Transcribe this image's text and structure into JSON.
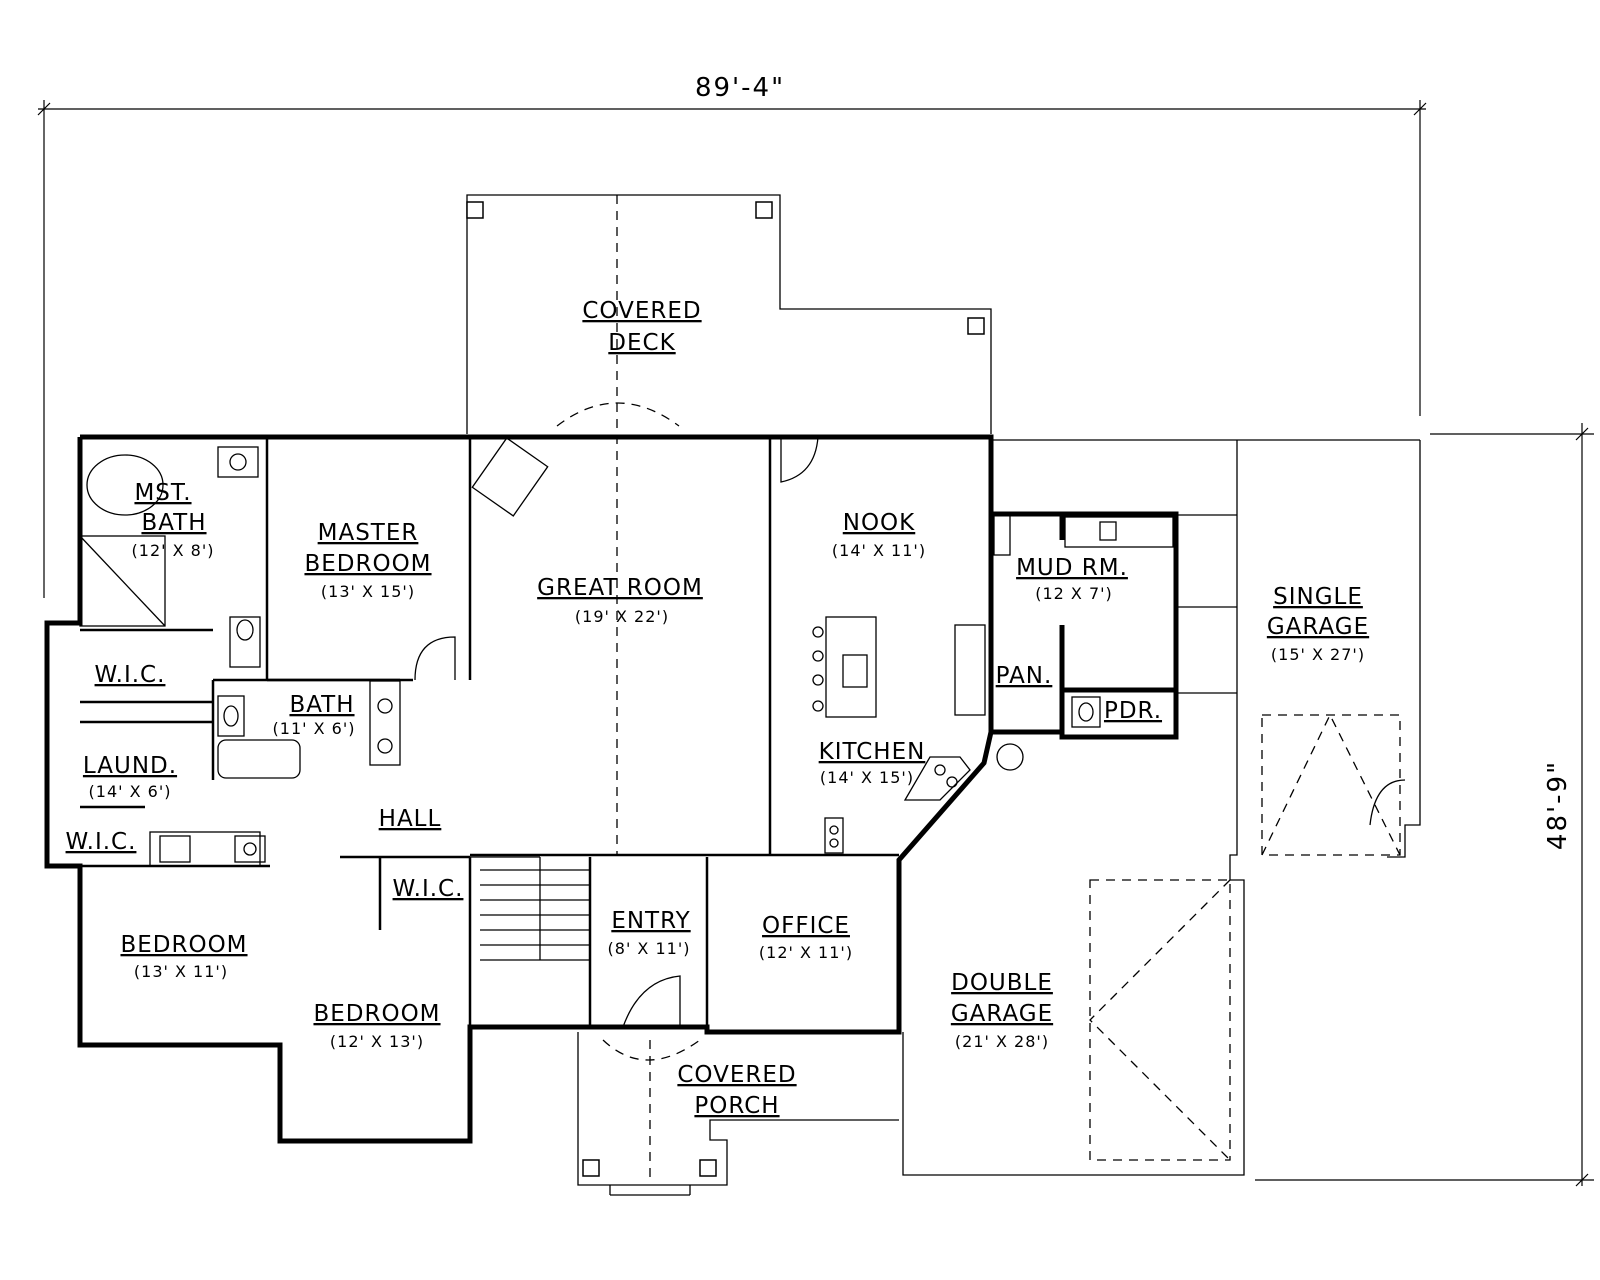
{
  "dimensions": {
    "width": "89'-4\"",
    "depth": "48'-9\""
  },
  "rooms": {
    "covered_deck": {
      "line1": "COVERED",
      "line2": "DECK"
    },
    "mst_bath": {
      "line1": "MST.",
      "line2": "BATH",
      "size": "(12' X 8')"
    },
    "master_bedroom": {
      "line1": "MASTER",
      "line2": "BEDROOM",
      "size": "(13' X 15')"
    },
    "great_room": {
      "name": "GREAT ROOM",
      "size": "(19' X 22')"
    },
    "nook": {
      "name": "NOOK",
      "size": "(14' X 11')"
    },
    "mud_rm": {
      "name": "MUD RM.",
      "size": "(12 X 7')"
    },
    "single_garage": {
      "line1": "SINGLE",
      "line2": "GARAGE",
      "size": "(15' X 27')"
    },
    "wic_1": {
      "name": "W.I.C."
    },
    "bath": {
      "name": "BATH",
      "size": "(11' X 6')"
    },
    "pan": {
      "name": "PAN."
    },
    "pdr": {
      "name": "PDR."
    },
    "laund": {
      "name": "LAUND.",
      "size": "(14' X 6')"
    },
    "kitchen": {
      "name": "KITCHEN",
      "size": "(14' X 15')"
    },
    "hall": {
      "name": "HALL"
    },
    "wic_2": {
      "name": "W.I.C."
    },
    "wic_3": {
      "name": "W.I.C."
    },
    "entry": {
      "name": "ENTRY",
      "size": "(8' X 11')"
    },
    "office": {
      "name": "OFFICE",
      "size": "(12' X 11')"
    },
    "bedroom_1": {
      "name": "BEDROOM",
      "size": "(13' X 11')"
    },
    "bedroom_2": {
      "name": "BEDROOM",
      "size": "(12' X 13')"
    },
    "double_garage": {
      "line1": "DOUBLE",
      "line2": "GARAGE",
      "size": "(21' X 28')"
    },
    "covered_porch": {
      "line1": "COVERED",
      "line2": "PORCH"
    }
  }
}
